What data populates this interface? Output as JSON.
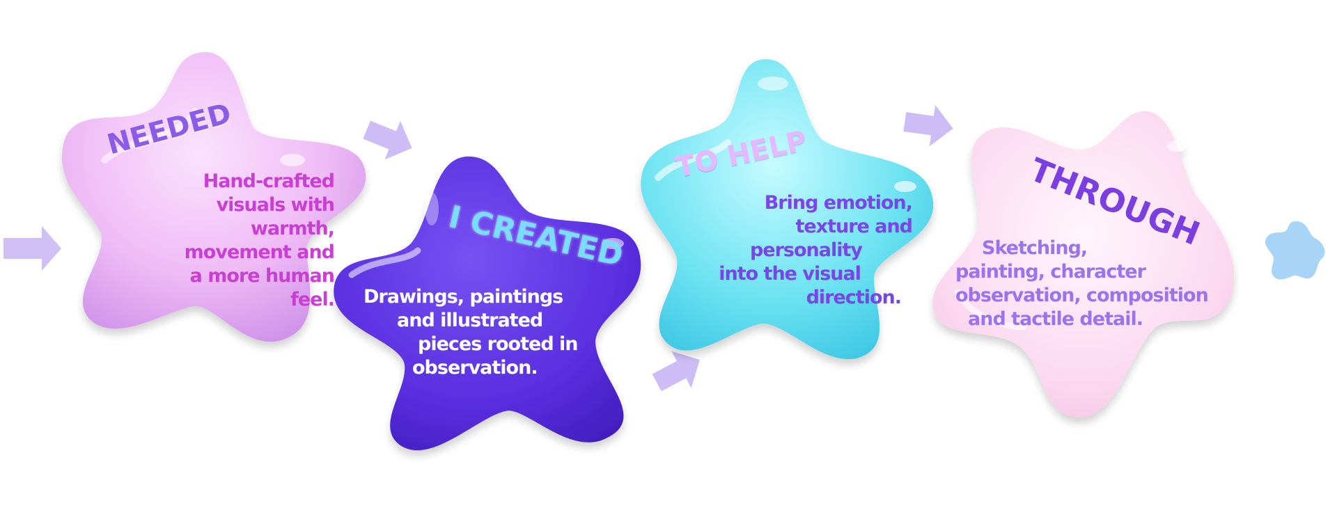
{
  "steps": [
    {
      "title": "NEEDED",
      "lines": [
        "Hand-crafted",
        "visuals with",
        "warmth,",
        "movement and",
        "a more human",
        "feel."
      ],
      "color": "#e9b6f3"
    },
    {
      "title": "I CREATED",
      "lines": [
        "Drawings, paintings",
        "and illustrated",
        "pieces rooted in",
        "observation."
      ],
      "color": "#5a2fe0"
    },
    {
      "title": "TO HELP",
      "lines": [
        "Bring emotion,",
        "texture and",
        "personality",
        "into the visual",
        "direction."
      ],
      "color": "#63dff0"
    },
    {
      "title": "THROUGH",
      "lines": [
        "Sketching,",
        "painting, character",
        "observation, composition",
        "and tactile detail."
      ],
      "color": "#fbd4ee"
    }
  ],
  "colors": {
    "arrow": "#c9b5f5",
    "end_dot": "#9fd0f6"
  }
}
